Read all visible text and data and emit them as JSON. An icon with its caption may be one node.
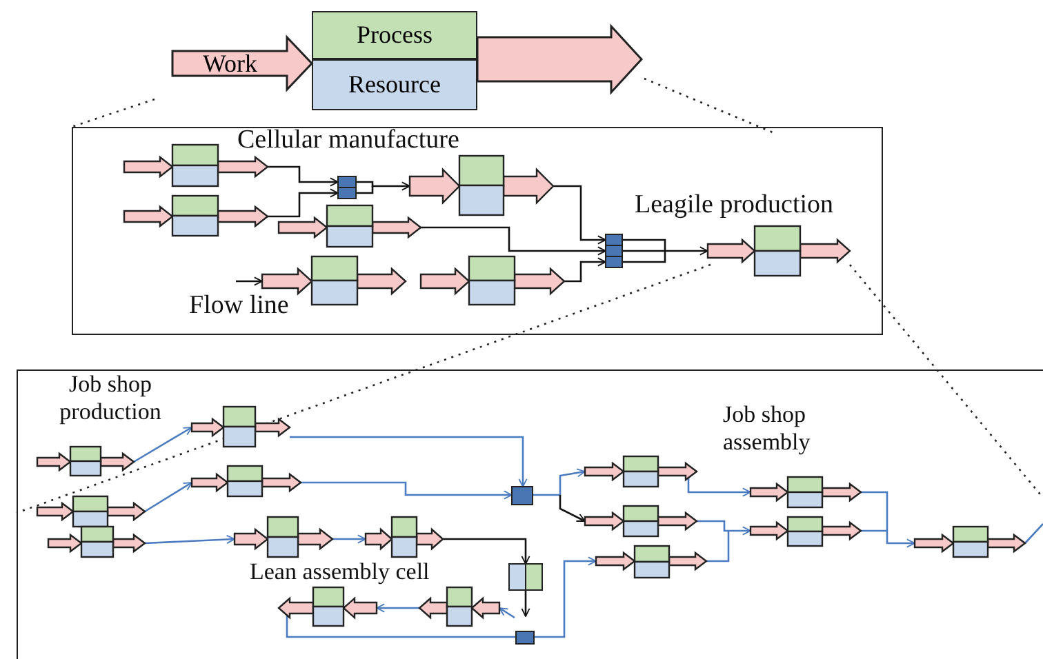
{
  "diagram": {
    "nodes": [
      {
        "text": [
          "Work"
        ]
      },
      {
        "text": [
          "Process"
        ]
      },
      {
        "text": [
          "Resource"
        ]
      },
      {
        "text": [],
        "shape": "box"
      },
      {
        "text": [],
        "shape": "box"
      }
    ],
    "edges": [
      {
        "from": 1,
        "to": null,
        "arrow": "to"
      },
      {
        "from": 3,
        "to": 4,
        "arrow": "none",
        "style": "dashed"
      },
      {
        "from": 3,
        "to": 4,
        "arrow": "none",
        "style": "dashed"
      }
    ],
    "labels": [
      "Cellular manufacture",
      "Leagile production",
      "Flow line",
      "Job shop production",
      "Job shop assembly",
      "Lean assembly cell"
    ]
  }
}
